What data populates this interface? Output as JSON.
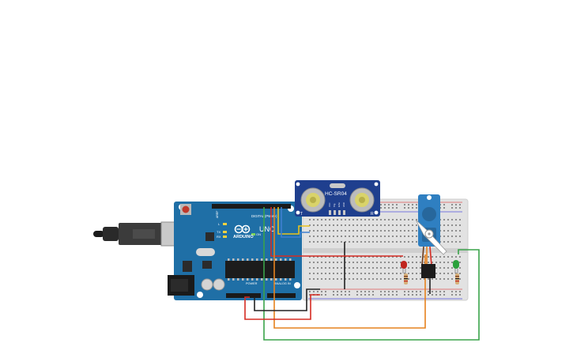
{
  "board": {
    "logo_text": "ARDUINO",
    "model_text": "UNO",
    "digital_label": "DIGITAL (PWM~)",
    "power_label": "POWER",
    "analog_label": "ANALOG IN",
    "aref_label": "AREF",
    "tx_label": "TX",
    "rx_label": "RX",
    "l_label": "L",
    "on_label": "ON"
  },
  "sensor": {
    "model_text": "HC-SR04",
    "pin_labels": [
      "VCC",
      "Trig",
      "Echo",
      "GND"
    ],
    "t_label": "T",
    "r_label": "R"
  },
  "components": {
    "led_colors": [
      "#c0261f",
      "#2aa13c"
    ],
    "servo_color": "#2f7fc1"
  },
  "wire_colors": {
    "red": "#d52b22",
    "black": "#222222",
    "orange": "#e6821e",
    "green": "#3aa34a",
    "yellow": "#e9c21c",
    "blue": "#3e7fd0"
  }
}
